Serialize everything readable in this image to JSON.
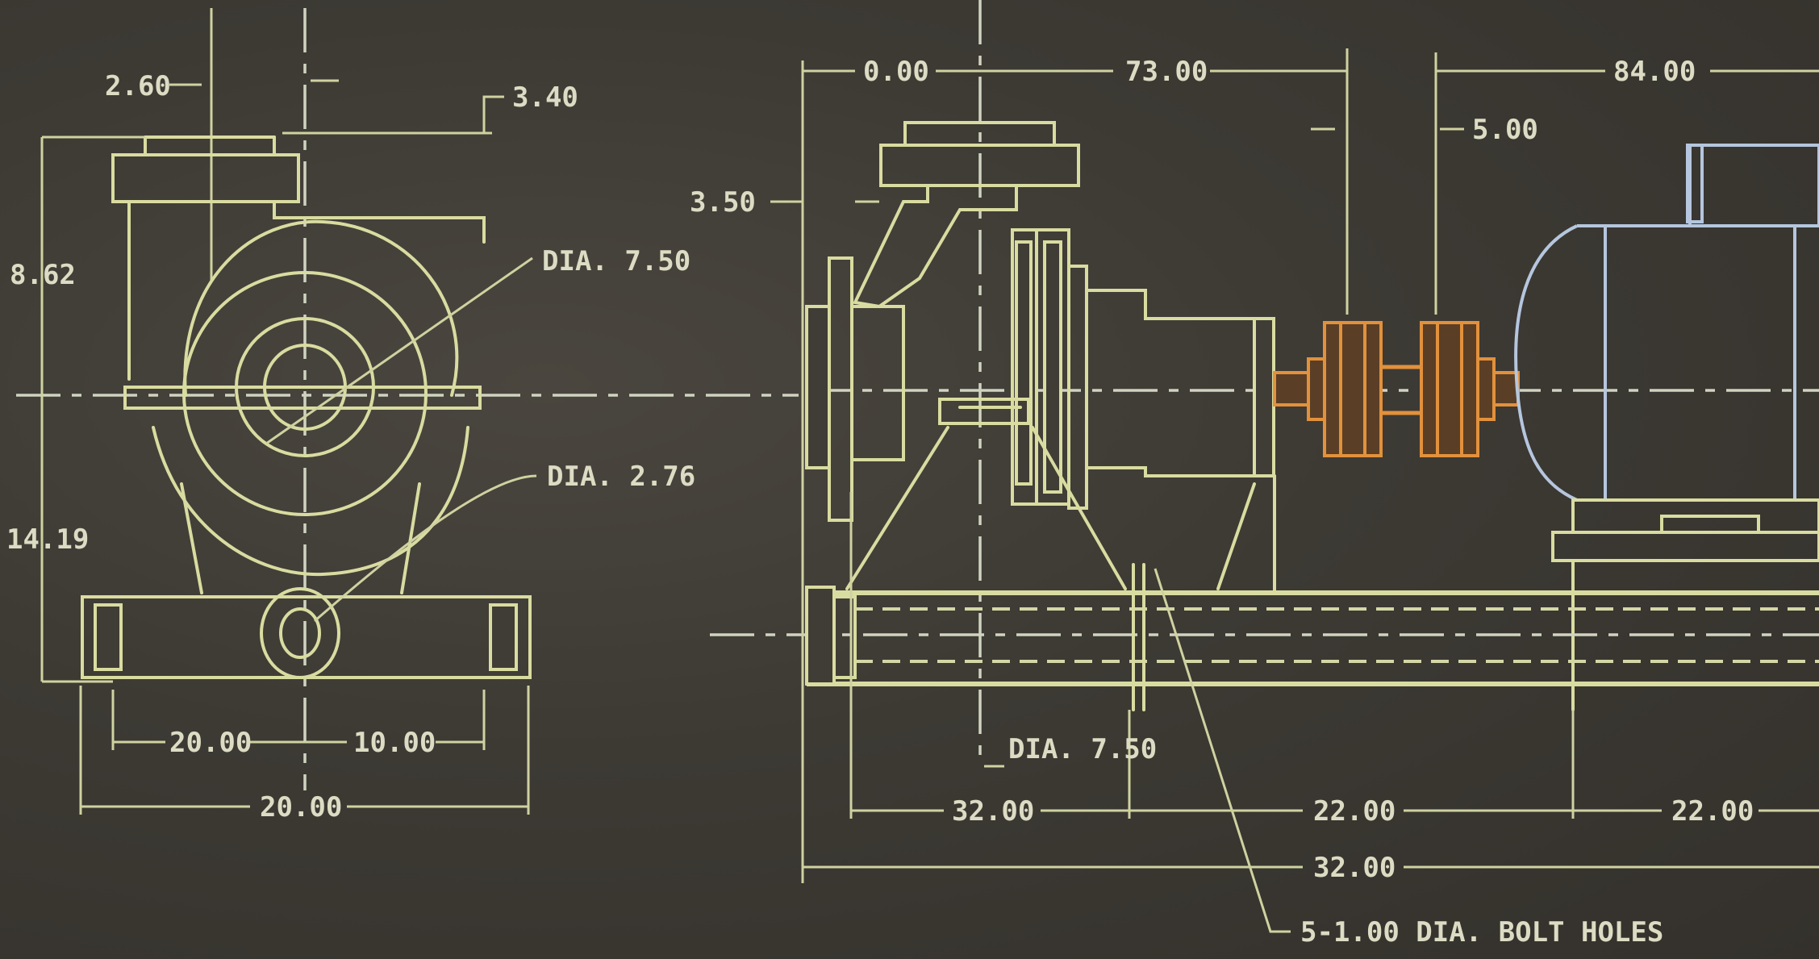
{
  "drawing": {
    "colors": {
      "background": "#3d3a34",
      "linework": "#d9dca0",
      "motor": "#b5c6de",
      "coupling": "#e2913c"
    },
    "end_view": {
      "dims": {
        "d_top_left": "2.60",
        "d_top_right": "3.40",
        "d_upper_height": "8.62",
        "d_lower_height": "14.19",
        "d_diam_large": "DIA. 7.50",
        "d_diam_small": "DIA. 2.76",
        "d_half_left": "20.00",
        "d_half_right": "10.00",
        "d_overall_width": "20.00"
      }
    },
    "side_view": {
      "dims": {
        "d_offset": "0.00",
        "d_pump_length": "73.00",
        "d_motor_length": "84.00",
        "d_flange": "3.50",
        "d_gap_coupling": "5.00",
        "d_diam_bottom": "DIA. 7.50",
        "d_base_a": "32.00",
        "d_base_b": "22.00",
        "d_base_c": "22.00",
        "d_base_overall": "32.00",
        "bolt_note": "5-1.00 DIA. BOLT HOLES"
      }
    }
  }
}
